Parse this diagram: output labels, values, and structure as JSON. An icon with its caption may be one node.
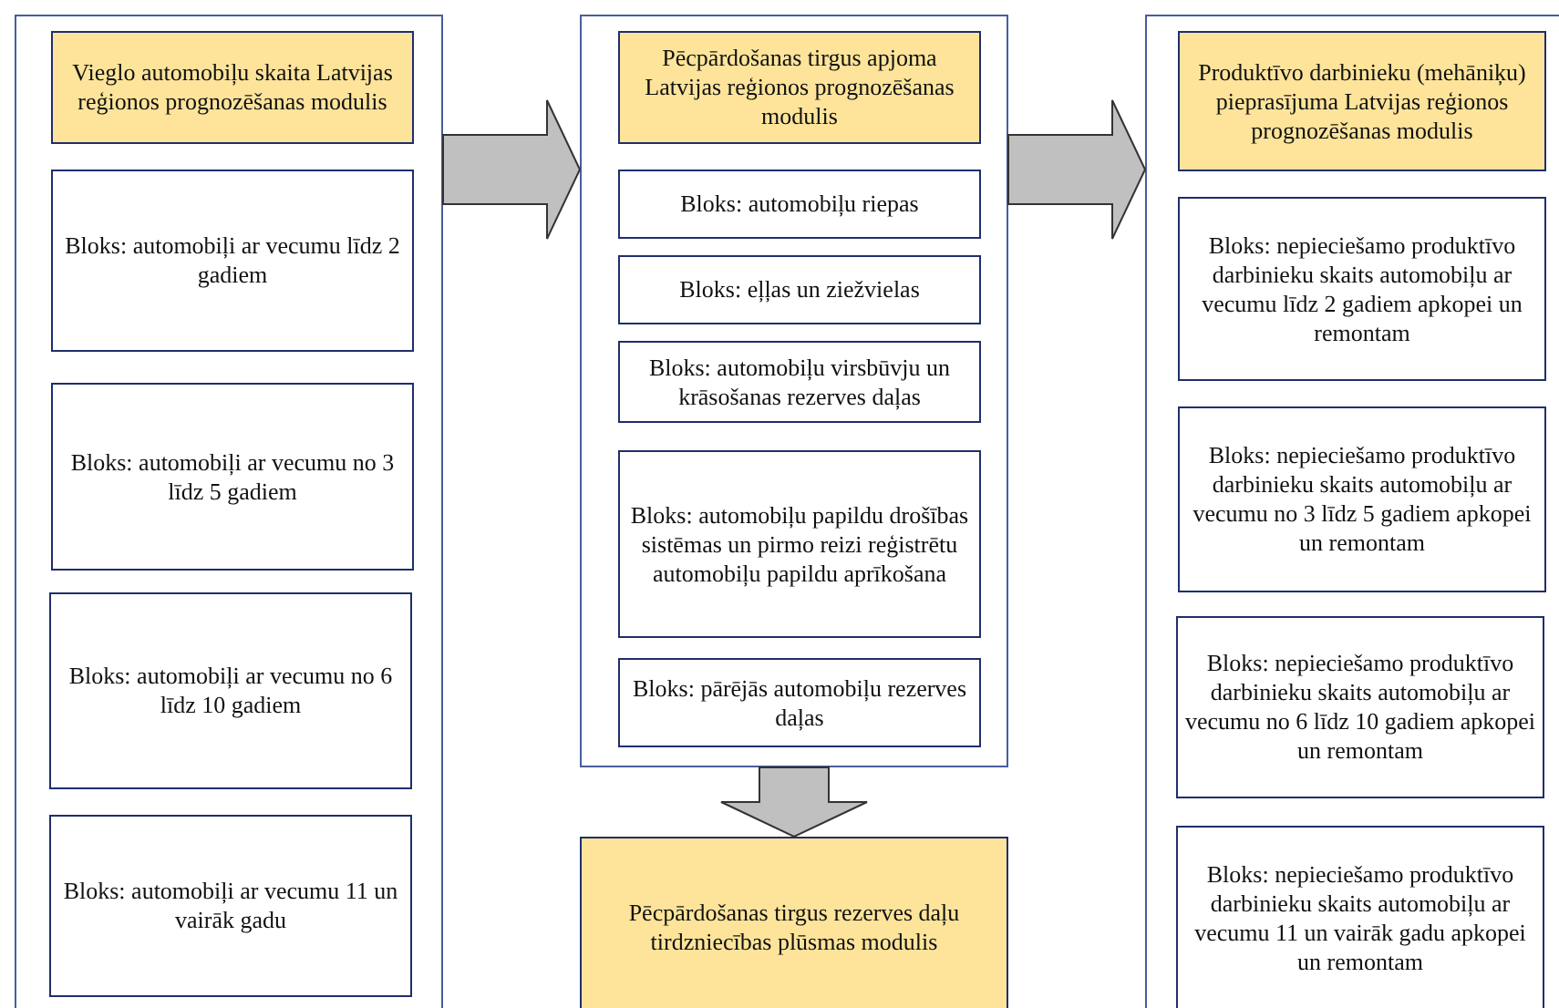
{
  "diagram": {
    "nodes": [
      {
        "text": [],
        "shape": "box"
      },
      {
        "text": [
          "Vieglo automobiļu skaita Latvijas reģionos prognozēšanas modulis"
        ],
        "in": 0
      },
      {
        "text": [
          "Bloks: automobiļi ar vecumu līdz 2 gadiem"
        ],
        "in": 0
      },
      {
        "text": [
          "Bloks: automobiļi ar vecumu no 3 līdz 5 gadiem"
        ],
        "in": 0
      },
      {
        "text": [
          "Bloks: automobiļi ar vecumu no 6 līdz 10 gadiem"
        ],
        "in": 0
      },
      {
        "text": [
          "Bloks: automobiļi ar vecumu 11 un vairāk gadu"
        ],
        "in": 0
      },
      {
        "text": [],
        "shape": "box"
      },
      {
        "text": [
          "Pēcpārdošanas tirgus apjoma Latvijas reģionos prognozēšanas modulis"
        ],
        "in": 6
      },
      {
        "text": [
          "Bloks: automobiļu riepas"
        ],
        "in": 6
      },
      {
        "text": [
          "Bloks: eļļas un ziežvielas"
        ],
        "in": 6
      },
      {
        "text": [
          "Bloks: automobiļu virsbūvju un krāsošanas rezerves daļas"
        ],
        "in": 6
      },
      {
        "text": [
          "Bloks: automobiļu papildu drošības sistēmas un pirmo reizi reģistrētu automobiļu papildu aprīkošana"
        ],
        "in": 6
      },
      {
        "text": [
          "Bloks: pārējās automobiļu rezerves daļas"
        ],
        "in": 6
      },
      {
        "text": [],
        "shape": "box"
      },
      {
        "text": [
          "Produktīvo darbinieku (mehāniķu) pieprasījuma Latvijas reģionos prognozēšanas modulis"
        ],
        "in": 13
      },
      {
        "text": [
          "Bloks: nepieciešamo produktīvo darbinieku skaits automobiļu ar vecumu līdz 2 gadiem apkopei un remontam"
        ],
        "in": 13
      },
      {
        "text": [
          "Bloks: nepieciešamo produktīvo darbinieku skaits automobiļu ar vecumu no 3 līdz 5 gadiem apkopei un remontam"
        ],
        "in": 13
      },
      {
        "text": [
          "Bloks: nepieciešamo produktīvo darbinieku skaits automobiļu ar vecumu no 6 līdz 10 gadiem apkopei un remontam"
        ],
        "in": 13
      },
      {
        "text": [
          "Bloks: nepieciešamo produktīvo darbinieku skaits automobiļu ar vecumu 11 un vairāk gadu apkopei un remontam"
        ],
        "in": 13
      },
      {
        "text": [
          "Pēcpārdošanas tirgus rezerves daļu tirdzniecības plūsmas modulis"
        ]
      }
    ],
    "edges": [
      {
        "from": 0,
        "to": 6,
        "arrow": "to"
      },
      {
        "from": 6,
        "to": 13,
        "arrow": "to"
      },
      {
        "from": 6,
        "to": 19,
        "arrow": "to"
      }
    ]
  }
}
